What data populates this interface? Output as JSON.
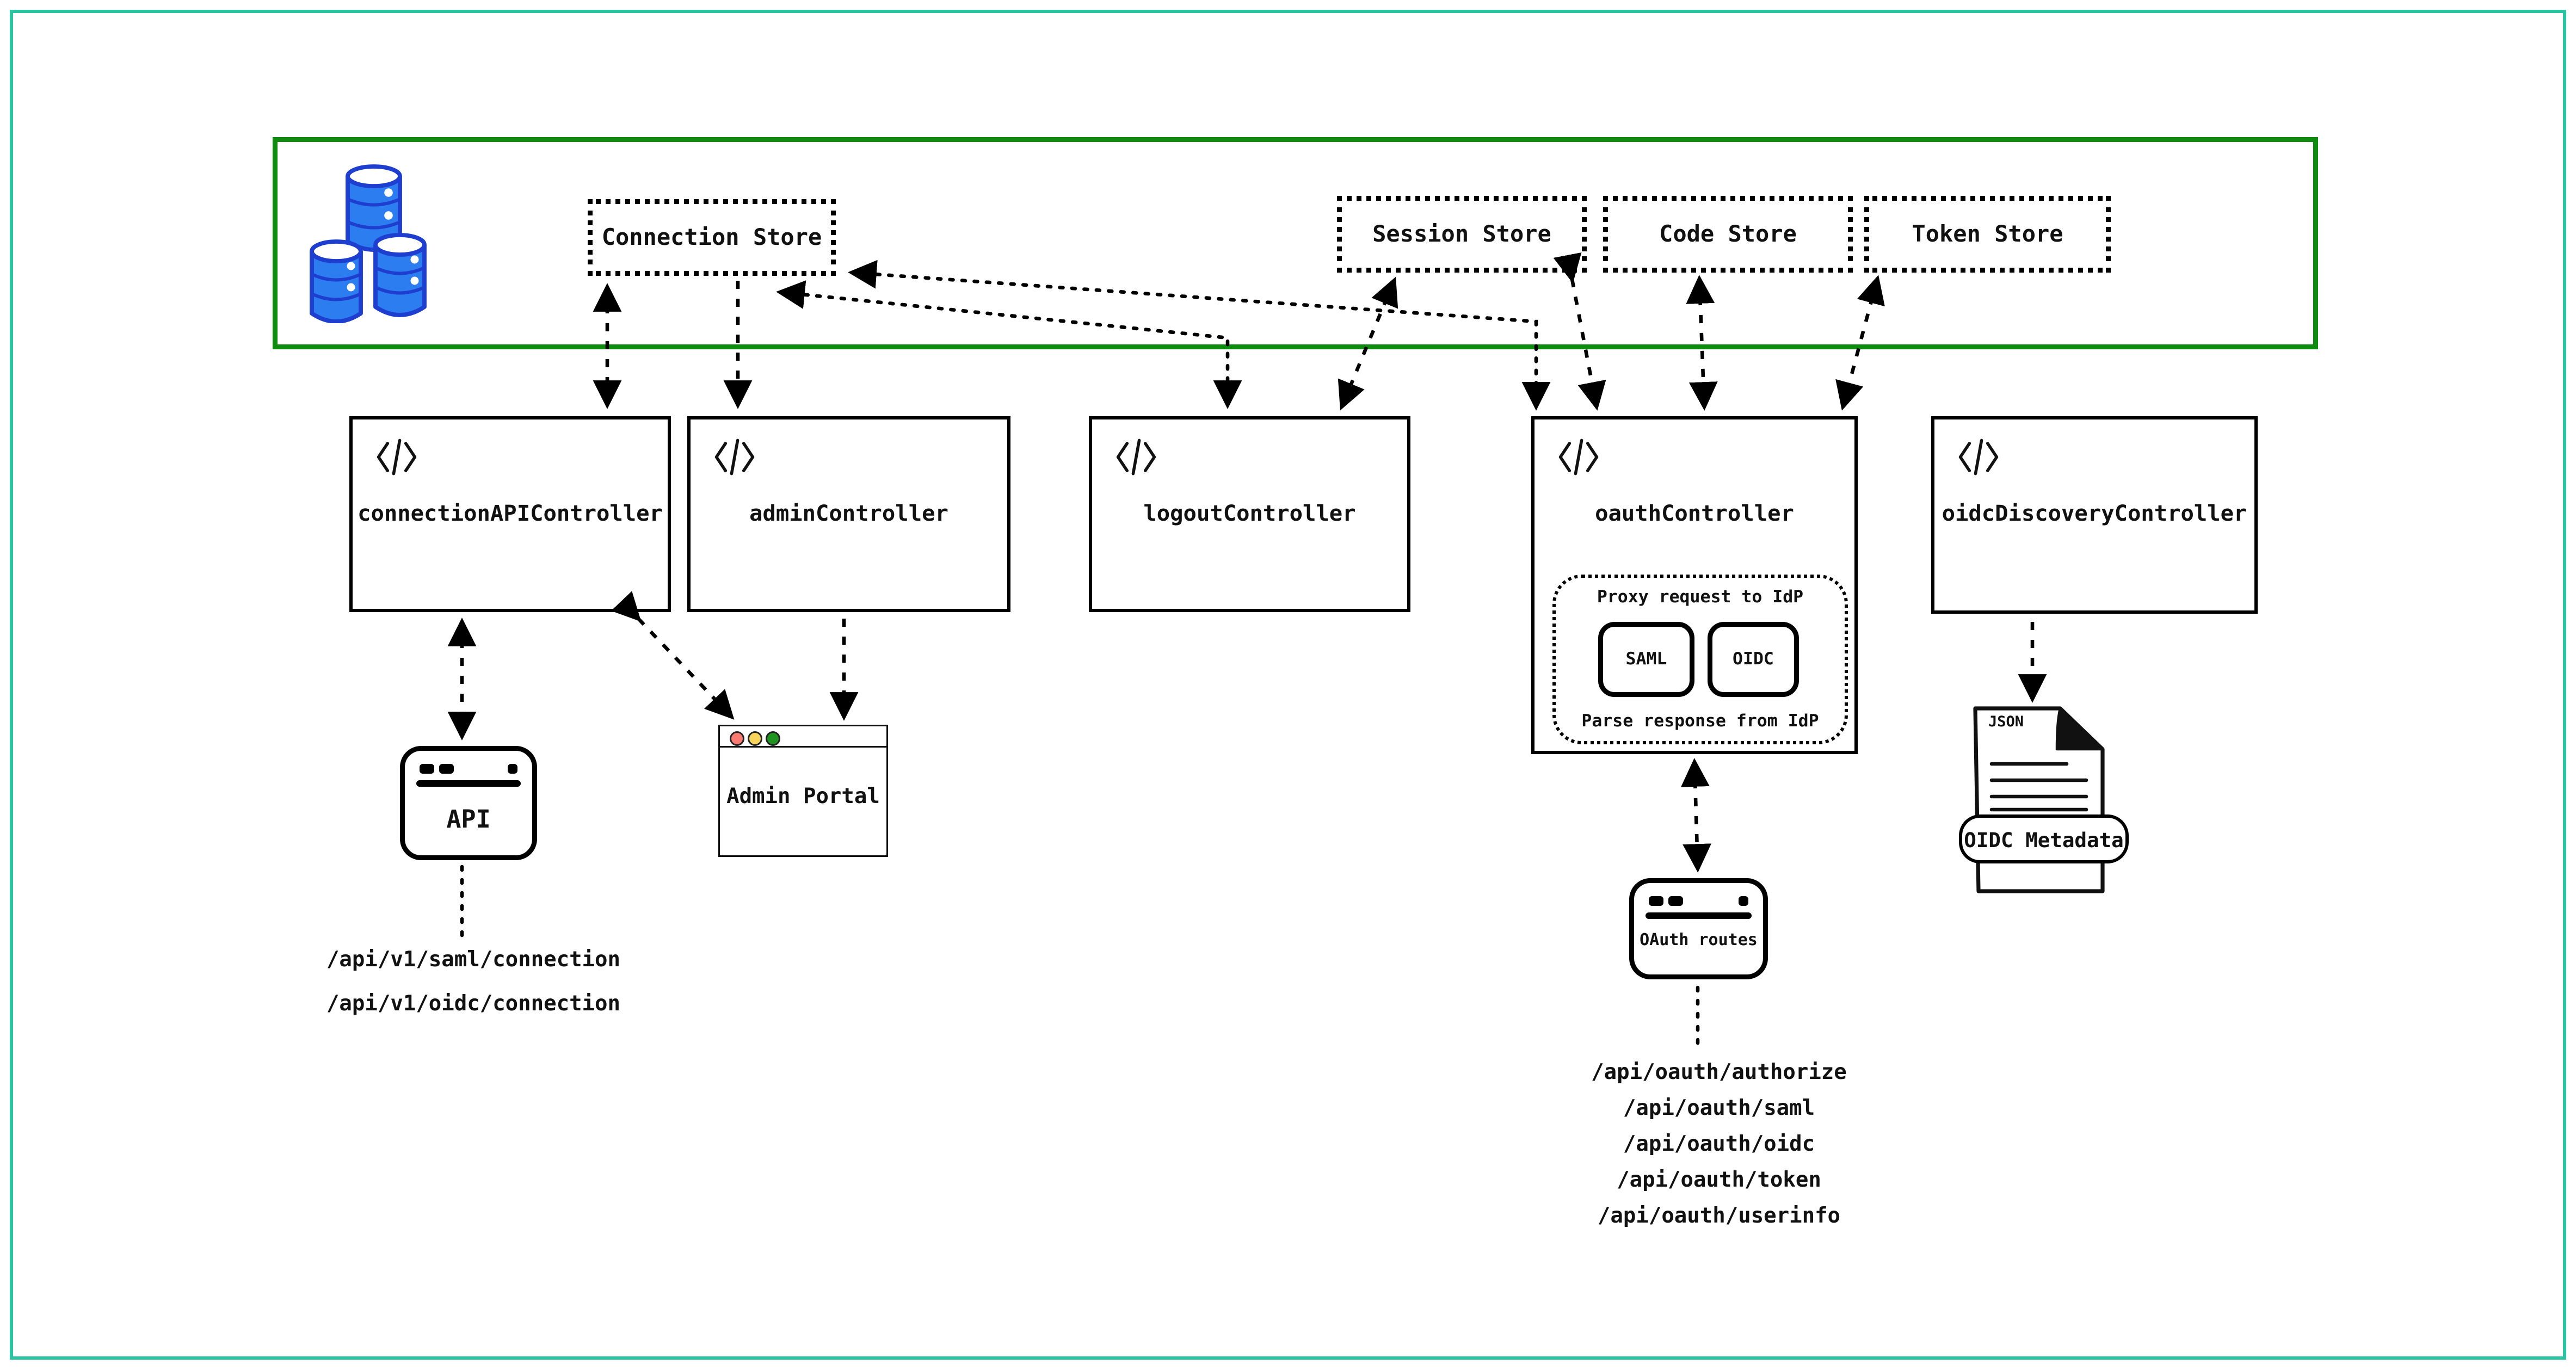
{
  "stores": [
    {
      "label": "Connection Store"
    },
    {
      "label": "Session Store"
    },
    {
      "label": "Code Store"
    },
    {
      "label": "Token Store"
    }
  ],
  "controllers": {
    "connection_api": {
      "label": "connectionAPIController"
    },
    "admin": {
      "label": "adminController"
    },
    "logout": {
      "label": "logoutController"
    },
    "oauth": {
      "label": "oauthController",
      "proxy_label": "Proxy request to IdP",
      "parse_label": "Parse response from IdP",
      "saml_label": "SAML",
      "oidc_label": "OIDC"
    },
    "oidc_discovery": {
      "label": "oidcDiscoveryController"
    }
  },
  "windows": {
    "api": {
      "title": "API"
    },
    "admin_portal": {
      "title": "Admin Portal"
    },
    "oauth_routes": {
      "title": "OAuth routes"
    }
  },
  "api_routes": [
    "/api/v1/saml/connection",
    "/api/v1/oidc/connection"
  ],
  "oauth_route_list": [
    "/api/oauth/authorize",
    "/api/oauth/saml",
    "/api/oauth/oidc",
    "/api/oauth/token",
    "/api/oauth/userinfo"
  ],
  "document": {
    "file_type": "JSON",
    "label": "OIDC Metadata"
  },
  "colors": {
    "frame_teal": "#2cc3a2",
    "store_boundary_green": "#0f8b0f",
    "database_blue": "#2b7df0",
    "database_outline_blue": "#1e3ecf",
    "traffic_red": "#fb7a72",
    "traffic_yellow": "#f9d45c",
    "traffic_green": "#1f941f"
  }
}
